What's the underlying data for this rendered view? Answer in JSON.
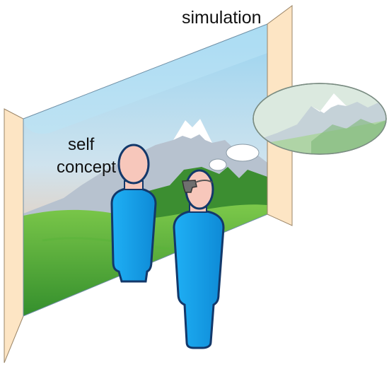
{
  "labels": {
    "simulation": "simulation",
    "self_line1": "self",
    "self_line2": "concept"
  },
  "colors": {
    "panel": "#fde5c4",
    "panel_stroke": "#9a8466",
    "sky_top": "#9fd6f1",
    "sky_bottom": "#f8b98d",
    "mountain_far": "#b8c4d0",
    "snow": "#ffffff",
    "forest": "#3f8a2f",
    "meadow": "#6cbf43",
    "figure_body": "#1aa1e6",
    "figure_outline": "#13386a",
    "skin": "#f7c7bb",
    "headset": "#6f6f6f"
  },
  "icons": [
    "thought-bubble",
    "vr-headset",
    "person-silhouette"
  ]
}
